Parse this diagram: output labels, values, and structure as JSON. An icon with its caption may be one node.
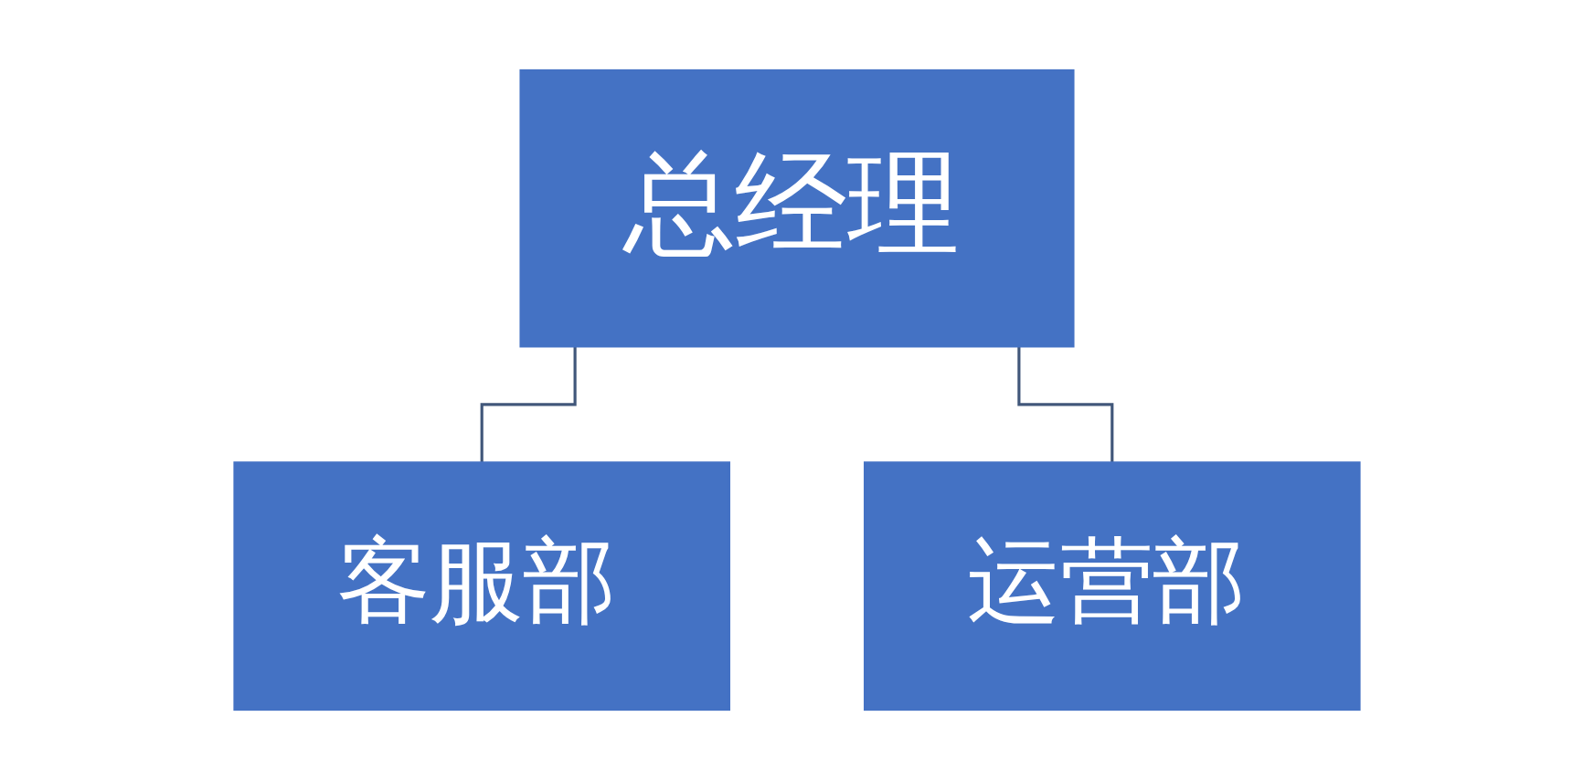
{
  "diagram": {
    "nodes": [
      {
        "text": [
          "总经理"
        ]
      },
      {
        "text": [
          "客服部"
        ]
      },
      {
        "text": [
          "运营部"
        ]
      }
    ],
    "edges": [
      {
        "from": 0,
        "to": 1,
        "arrow": "none"
      },
      {
        "from": 0,
        "to": 2,
        "arrow": "none"
      }
    ]
  }
}
